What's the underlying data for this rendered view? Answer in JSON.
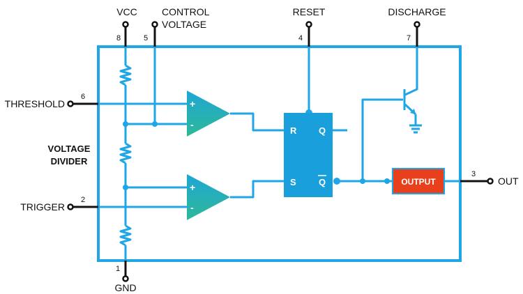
{
  "colors": {
    "wire": "#1ea6e6",
    "pins": "#111111",
    "comparator_top": "#1ea6d6",
    "comparator_bottom": "#2fb897",
    "flipflop": "#19a0dc",
    "output_box": "#e8401c"
  },
  "pins": {
    "vcc": {
      "label": "VCC",
      "number": "8"
    },
    "control": {
      "label_line1": "CONTROL",
      "label_line2": "VOLTAGE",
      "number": "5"
    },
    "reset": {
      "label": "RESET",
      "number": "4"
    },
    "discharge": {
      "label": "DISCHARGE",
      "number": "7"
    },
    "threshold": {
      "label": "THRESHOLD",
      "number": "6"
    },
    "trigger": {
      "label": "TRIGGER",
      "number": "2"
    },
    "gnd": {
      "label": "GND",
      "number": "1"
    },
    "out": {
      "label": "OUT",
      "number": "3"
    }
  },
  "divider": {
    "line1": "VOLTAGE",
    "line2": "DIVIDER"
  },
  "comparators": {
    "upper": {
      "plus": "+",
      "minus": "-"
    },
    "lower": {
      "plus": "+",
      "minus": "-"
    }
  },
  "flipflop": {
    "r": "R",
    "s": "S",
    "q": "Q",
    "qbar": "Q"
  },
  "output_block": {
    "label": "OUTPUT"
  }
}
